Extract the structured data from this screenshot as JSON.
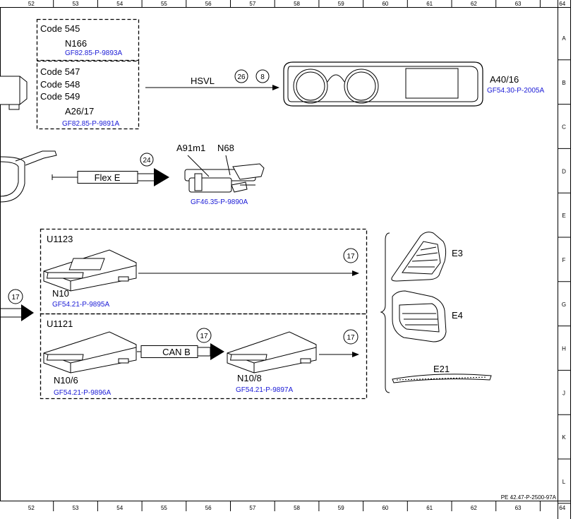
{
  "grid": {
    "columns": [
      "52",
      "53",
      "54",
      "55",
      "56",
      "57",
      "58",
      "59",
      "60",
      "61",
      "62",
      "63",
      "64"
    ],
    "rows": [
      "A",
      "B",
      "C",
      "D",
      "E",
      "F",
      "G",
      "H",
      "J",
      "K",
      "L"
    ]
  },
  "codes": {
    "group1": [
      "Code 545"
    ],
    "group1_component": "N166",
    "group1_ref": "GF82.85-P-9893A",
    "group2": [
      "Code 547",
      "Code 548",
      "Code 549"
    ],
    "group2_component": "A26/17",
    "group2_ref": "GF82.85-P-9891A"
  },
  "hsvl": {
    "bus_label": "HSVL",
    "circles": [
      "26",
      "8"
    ],
    "target_component": "A40/16",
    "target_ref": "GF54.30-P-2005A"
  },
  "flexe": {
    "bus_label": "Flex E",
    "circle": "24",
    "components": [
      "A91m1",
      "N68"
    ],
    "ref": "GF46.35-P-9890A"
  },
  "u1123": {
    "title": "U1123",
    "component": "N10",
    "ref": "GF54.21-P-9895A",
    "out_circle": "17"
  },
  "input_circle": "17",
  "u1121": {
    "title": "U1121",
    "component": "N10/6",
    "ref": "GF54.21-P-9896A",
    "bus_label": "CAN B",
    "bus_circle": "17",
    "target_component": "N10/8",
    "target_ref": "GF54.21-P-9897A",
    "out_circle": "17"
  },
  "lamps": [
    "E3",
    "E4",
    "E21"
  ],
  "drawing_id": "PE 42.47-P-2500-97A"
}
